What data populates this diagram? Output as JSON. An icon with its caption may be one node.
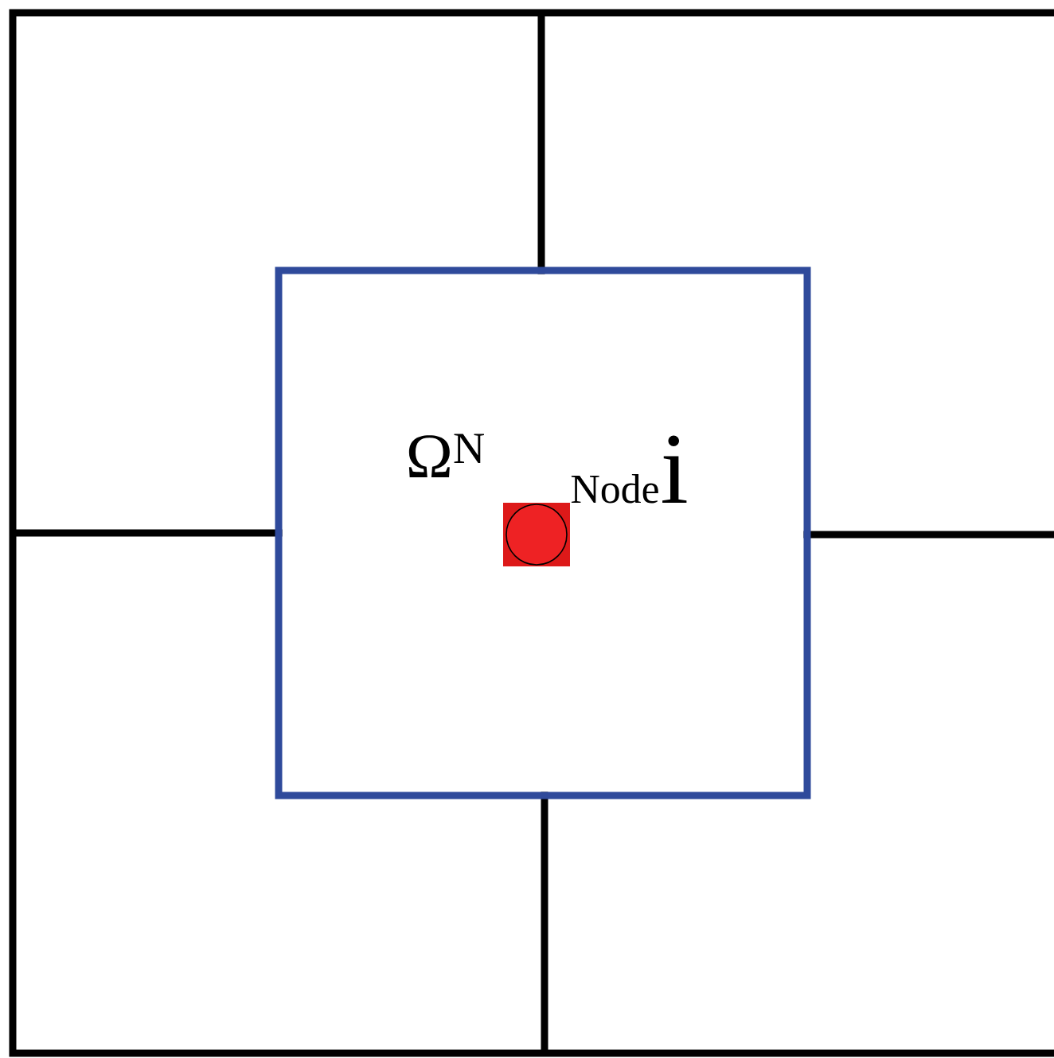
{
  "diagram": {
    "nodes": [
      {
        "text": [
          "Ω$^{N}$"
        ]
      },
      {
        "text": [],
        "shape": "circle",
        "in": 0,
        "beside": [
          "Node",
          "i"
        ]
      }
    ]
  }
}
